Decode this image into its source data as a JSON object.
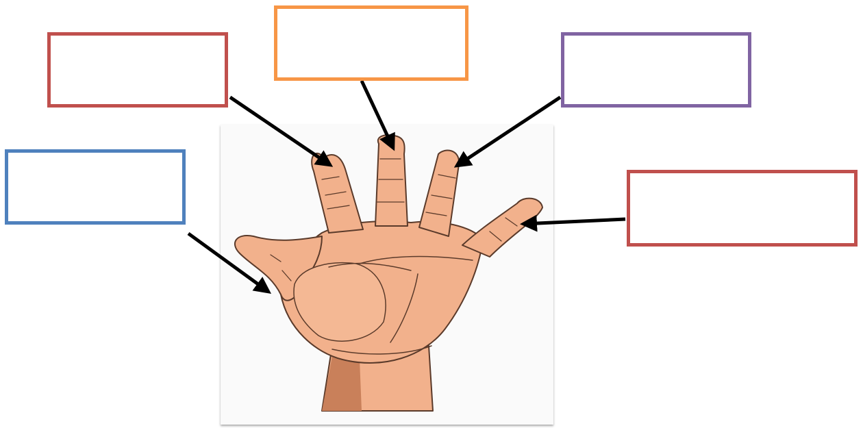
{
  "diagram": {
    "labels": [
      {
        "id": "index",
        "text": "",
        "border_color": "#c0504d"
      },
      {
        "id": "middle",
        "text": "",
        "border_color": "#f79646"
      },
      {
        "id": "ring",
        "text": "",
        "border_color": "#8064a2"
      },
      {
        "id": "thumb",
        "text": "",
        "border_color": "#4f81bd"
      },
      {
        "id": "little",
        "text": "",
        "border_color": "#c0504d"
      }
    ],
    "arrow_color": "#000000",
    "skin_color": "#f2b18c",
    "skin_shadow_color": "#d48a62",
    "outline_color": "#5a3a2a"
  }
}
